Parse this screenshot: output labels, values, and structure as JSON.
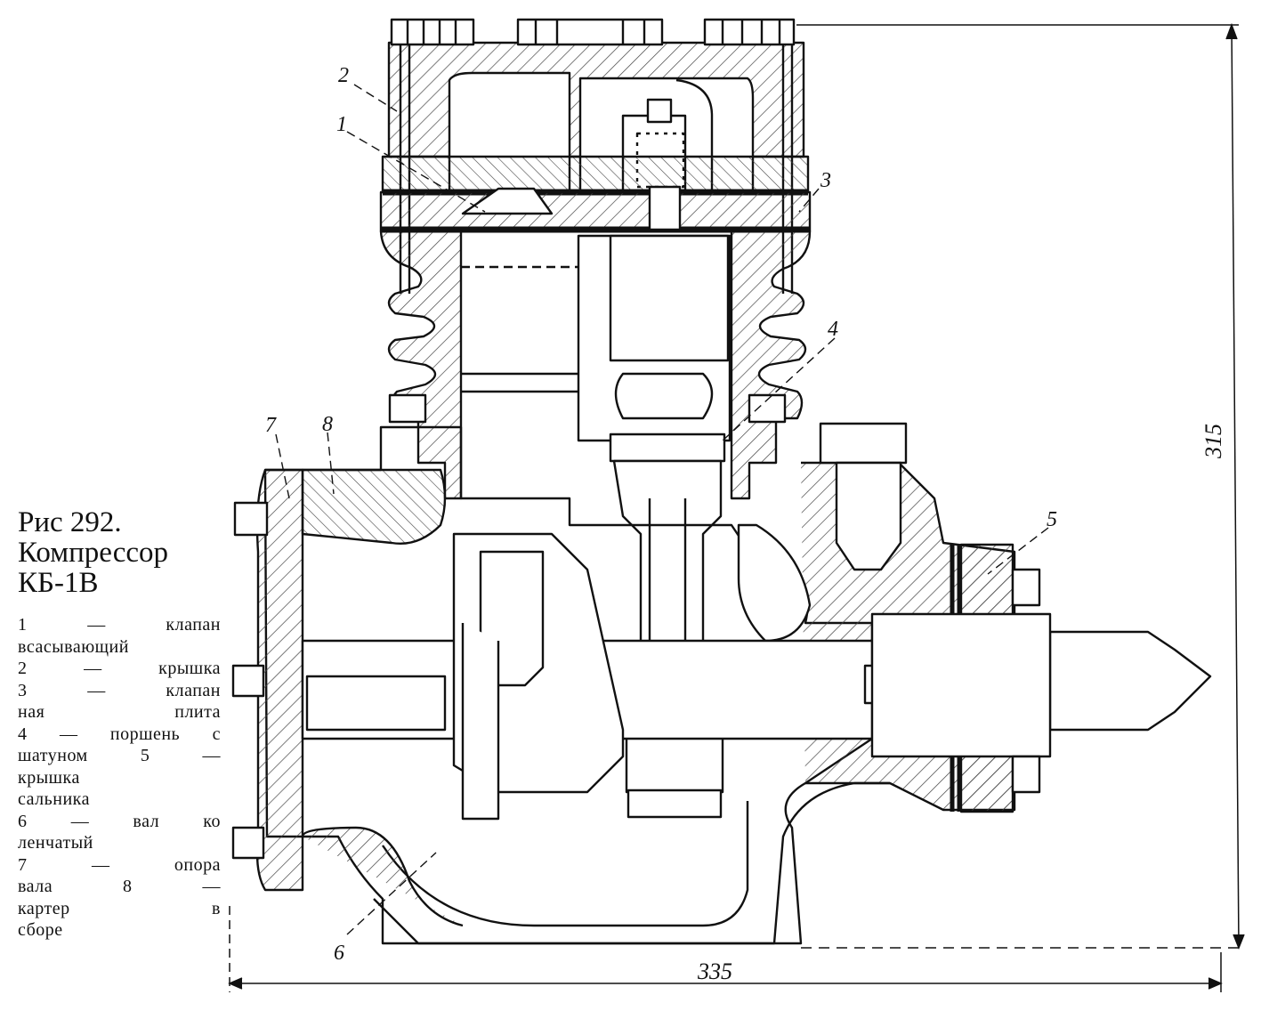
{
  "figure": {
    "title_lines": [
      "Рис 292.",
      "Компрессор",
      "КБ-1В"
    ],
    "legend_lines": [
      "1 — клапан",
      "всасывающий",
      "2 — крышка",
      "3 — клапан",
      "ная плита",
      "4 — поршень с",
      "шатуном 5 —",
      "крышка",
      "сальника",
      "6 — вал ко",
      "ленчатый",
      "7 — опора",
      "вала 8 —",
      "картер в",
      "сборе"
    ]
  },
  "callouts": {
    "c1": "1",
    "c2": "2",
    "c3": "3",
    "c4": "4",
    "c5": "5",
    "c6": "6",
    "c7": "7",
    "c8": "8"
  },
  "dimensions": {
    "height": "315",
    "width": "335"
  },
  "colors": {
    "ink": "#111111",
    "hatch": "#444444",
    "paper": "#ffffff"
  }
}
